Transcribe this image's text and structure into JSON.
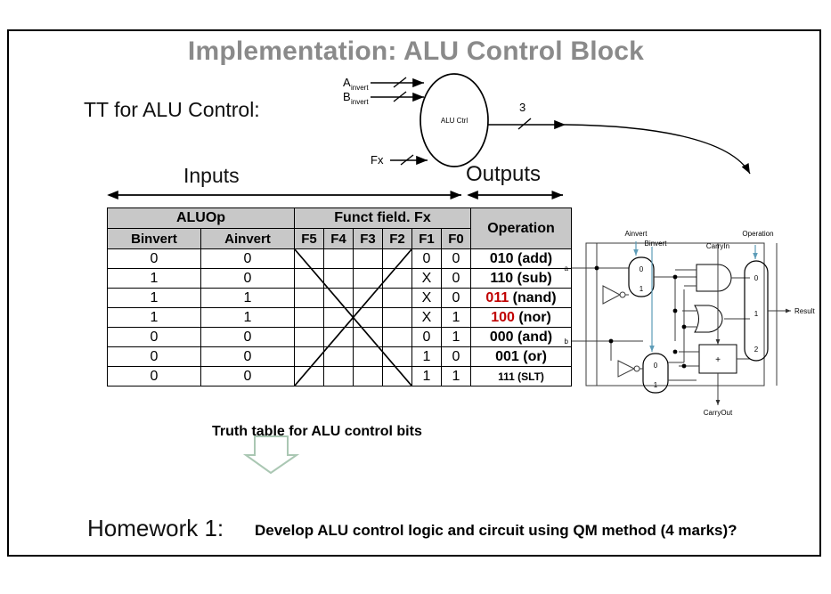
{
  "slide": {
    "title": "Implementation: ALU Control Block",
    "title_color": "#8a8a8a",
    "subtitle": "TT for ALU Control:",
    "inputs_label": "Inputs",
    "outputs_label": "Outputs",
    "caption": "Truth table for ALU control bits",
    "homework_label": "Homework 1:",
    "homework_question": "Develop ALU control logic and circuit using QM method (4 marks)?"
  },
  "block_diagram": {
    "block_label": "ALU Ctrl",
    "input_a": "A",
    "input_a_sub": "invert",
    "input_b": "B",
    "input_b_sub": "invert",
    "input_fx": "Fx",
    "bus_width": "3"
  },
  "circuit": {
    "labels": {
      "ainvert": "Ainvert",
      "binvert": "Binvert",
      "operation": "Operation",
      "carryin": "CarryIn",
      "carryout": "CarryOut",
      "a": "a",
      "b": "b",
      "result": "Result",
      "mux_a_0": "0",
      "mux_a_1": "1",
      "mux_b_0": "0",
      "mux_b_1": "1",
      "mux_out_0": "0",
      "mux_out_1": "1",
      "mux_out_2": "2",
      "adder": "+"
    },
    "accent_color": "#5d9cb8"
  },
  "truth_table": {
    "group_headers": [
      {
        "label": "ALUOp",
        "span": 2
      },
      {
        "label": "Funct field. Fx",
        "span": 6
      },
      {
        "label": "Operation",
        "span": 1
      }
    ],
    "sub_headers": [
      "Binvert",
      "Ainvert",
      "F5",
      "F4",
      "F3",
      "F2",
      "F1",
      "F0"
    ],
    "operation_header": "Operation",
    "rows": [
      {
        "binvert": "0",
        "ainvert": "0",
        "f5": "",
        "f4": "",
        "f3": "",
        "f2": "",
        "f1": "0",
        "f0": "0",
        "op_code": "010",
        "op_name": "(add)",
        "op_red": false,
        "small": false
      },
      {
        "binvert": "1",
        "ainvert": "0",
        "f5": "",
        "f4": "",
        "f3": "",
        "f2": "",
        "f1": "X",
        "f0": "0",
        "op_code": "110",
        "op_name": "(sub)",
        "op_red": false,
        "small": false
      },
      {
        "binvert": "1",
        "ainvert": "1",
        "f5": "",
        "f4": "",
        "f3": "",
        "f2": "",
        "f1": "X",
        "f0": "0",
        "op_code": "011",
        "op_name": "(nand)",
        "op_red": true,
        "small": false
      },
      {
        "binvert": "1",
        "ainvert": "1",
        "f5": "",
        "f4": "",
        "f3": "",
        "f2": "",
        "f1": "X",
        "f0": "1",
        "op_code": "100",
        "op_name": "(nor)",
        "op_red": true,
        "small": false
      },
      {
        "binvert": "0",
        "ainvert": "0",
        "f5": "",
        "f4": "",
        "f3": "",
        "f2": "",
        "f1": "0",
        "f0": "1",
        "op_code": "000",
        "op_name": "(and)",
        "op_red": false,
        "small": false
      },
      {
        "binvert": "0",
        "ainvert": "0",
        "f5": "",
        "f4": "",
        "f3": "",
        "f2": "",
        "f1": "1",
        "f0": "0",
        "op_code": "001",
        "op_name": "(or)",
        "op_red": false,
        "small": false
      },
      {
        "binvert": "0",
        "ainvert": "0",
        "f5": "",
        "f4": "",
        "f3": "",
        "f2": "",
        "f1": "1",
        "f0": "1",
        "op_code": "111",
        "op_name": "(SLT)",
        "op_red": false,
        "small": true
      }
    ]
  }
}
